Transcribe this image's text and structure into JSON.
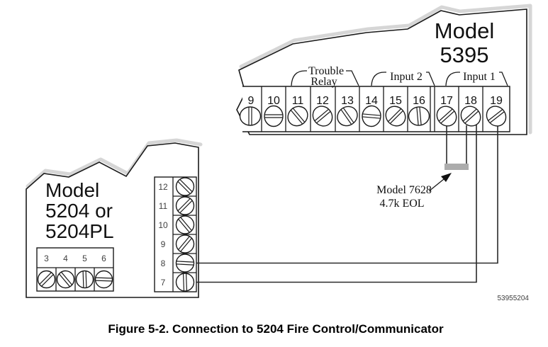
{
  "figure": {
    "caption": "Figure 5-2.  Connection to 5204 Fire Control/Communicator",
    "part_number": "53955204"
  },
  "panel_5395": {
    "title1": "Model",
    "title2": "5395",
    "terminals": [
      "9",
      "10",
      "11",
      "12",
      "13",
      "14",
      "15",
      "16",
      "17",
      "18",
      "19"
    ],
    "groups": [
      {
        "line1": "Trouble",
        "line2": "Relay",
        "over_terminals": "11-13"
      },
      {
        "label": "Input 2",
        "over_terminals": "14-16"
      },
      {
        "label": "Input 1",
        "over_terminals": "17-19"
      }
    ]
  },
  "panel_5204": {
    "title1": "Model",
    "title2": "5204 or",
    "title3": "5204PL",
    "vertical_terminals": [
      "12",
      "11",
      "10",
      "9",
      "8",
      "7"
    ],
    "bottom_terminals": [
      "3",
      "4",
      "5",
      "6"
    ]
  },
  "eol": {
    "line1": "Model 7628",
    "line2": "4.7k  EOL"
  },
  "connections": [
    {
      "from": "5395-terminal-19",
      "to": "5204-terminal-8"
    },
    {
      "from": "5395-terminal-18",
      "to": "5204-terminal-7"
    },
    {
      "from": "5395-terminal-17",
      "to": "5395-terminal-18",
      "via": "Model 7628 4.7k EOL resistor"
    }
  ],
  "colors": {
    "line": "#1a1a1a",
    "shadow": "#d6d6d6",
    "resistor": "#acacac"
  }
}
